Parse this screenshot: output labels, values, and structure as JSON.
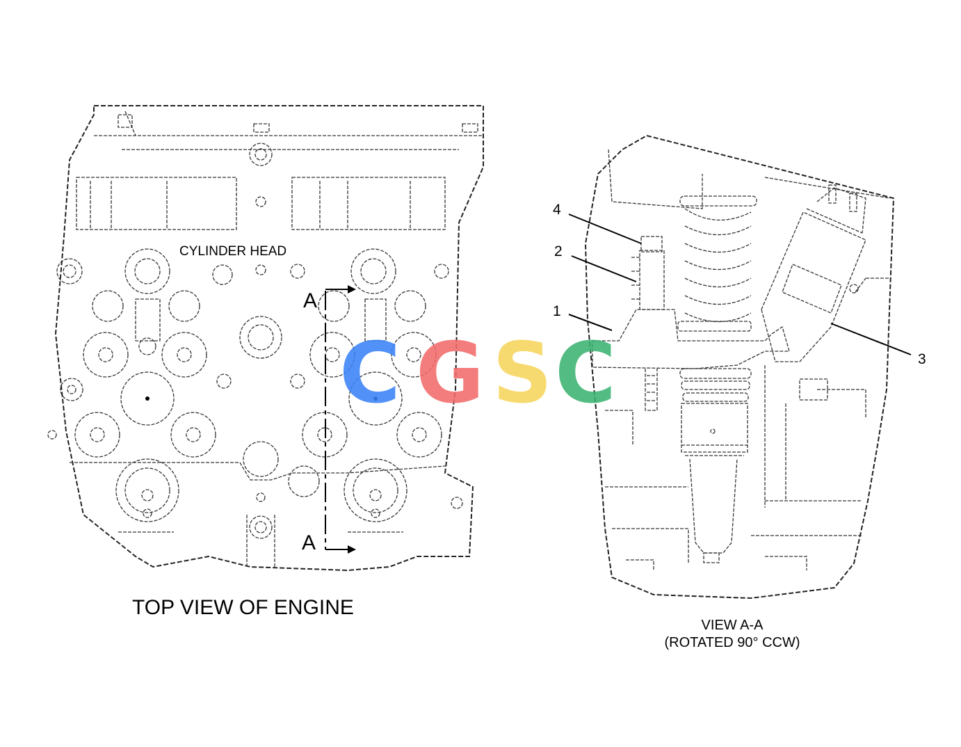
{
  "top_view": {
    "title": "TOP VIEW OF ENGINE",
    "region_label": "CYLINDER HEAD",
    "section_top": "A",
    "section_bottom": "A"
  },
  "section_view": {
    "title": "VIEW A-A",
    "subtitle": "(ROTATED 90° CCW)",
    "callouts": [
      "1",
      "2",
      "3",
      "4"
    ]
  },
  "watermark": {
    "letters": [
      "C",
      "G",
      "S",
      "C"
    ],
    "colors": [
      "#3b82f6",
      "#f26b6b",
      "#f6d55c",
      "#3cb371"
    ]
  }
}
